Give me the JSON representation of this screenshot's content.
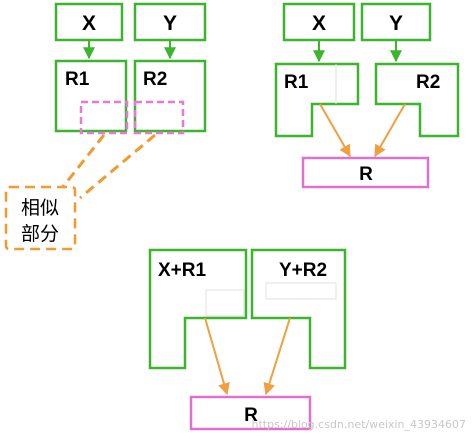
{
  "panel_a": {
    "input_x": "X",
    "input_y": "Y",
    "relation_1": "R1",
    "relation_2": "R2",
    "similar_line1": "相似",
    "similar_line2": "部分"
  },
  "panel_b": {
    "input_x": "X",
    "input_y": "Y",
    "relation_1": "R1",
    "relation_2": "R2",
    "result": "R"
  },
  "panel_c": {
    "relation_1": "X+R1",
    "relation_2": "Y+R2",
    "result": "R"
  },
  "watermark": "https://blog.csdn.net/weixin_43934607",
  "colors": {
    "green": "#3cb52e",
    "pink": "#e070d0",
    "dashed_pink": "#e878d8",
    "orange": "#f0a040",
    "dashed_orange": "#f09a30"
  }
}
